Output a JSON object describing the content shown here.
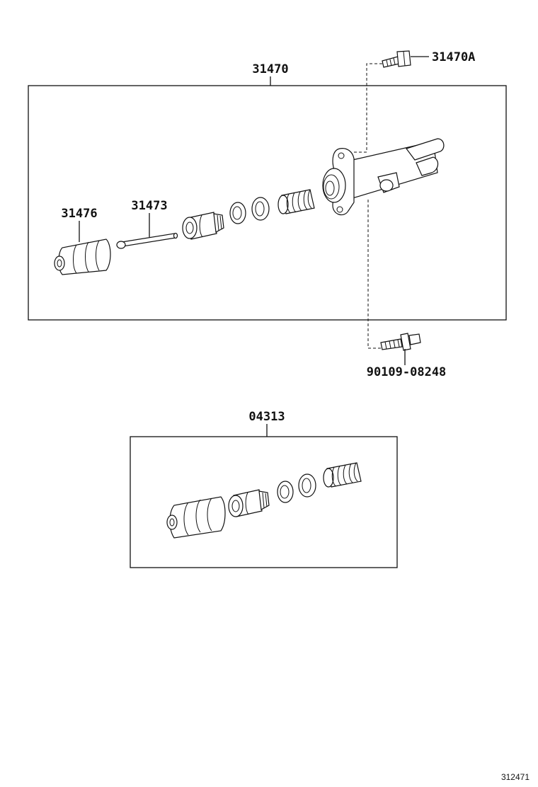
{
  "callouts": {
    "assembly": "31470",
    "bleeder_plug": "31470A",
    "boot": "31476",
    "push_rod": "31473",
    "union_bolt": "90109-08248",
    "repair_kit": "04313"
  },
  "figure_ref": "312471"
}
